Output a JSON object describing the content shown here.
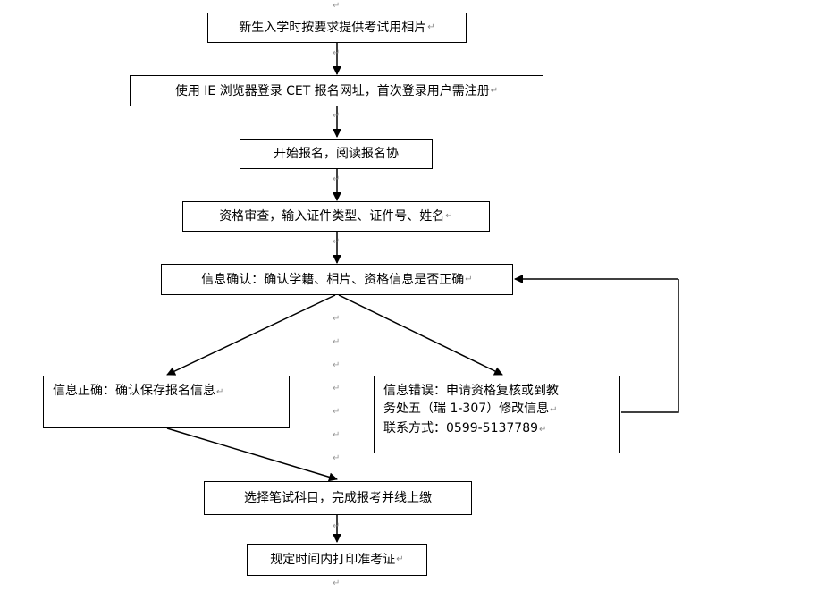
{
  "boxes": {
    "b1": "新生入学时按要求提供考试用相片",
    "b2": "使用 IE 浏览器登录 CET 报名网址，首次登录用户需注册",
    "b3": "开始报名，阅读报名协",
    "b4": "资格审查，输入证件类型、证件号、姓名",
    "b5": "信息确认：确认学籍、相片、资格信息是否正确",
    "b6": "信息正确：确认保存报名信息",
    "b7": {
      "line1": "信息错误：申请资格复核或到教",
      "line2": "务处五（瑞 1-307）修改信息",
      "line3": "联系方式：0599-5137789"
    },
    "b8": "选择笔试科目，完成报考并线上缴",
    "b9": "规定时间内打印准考证"
  },
  "return_mark": "↵"
}
